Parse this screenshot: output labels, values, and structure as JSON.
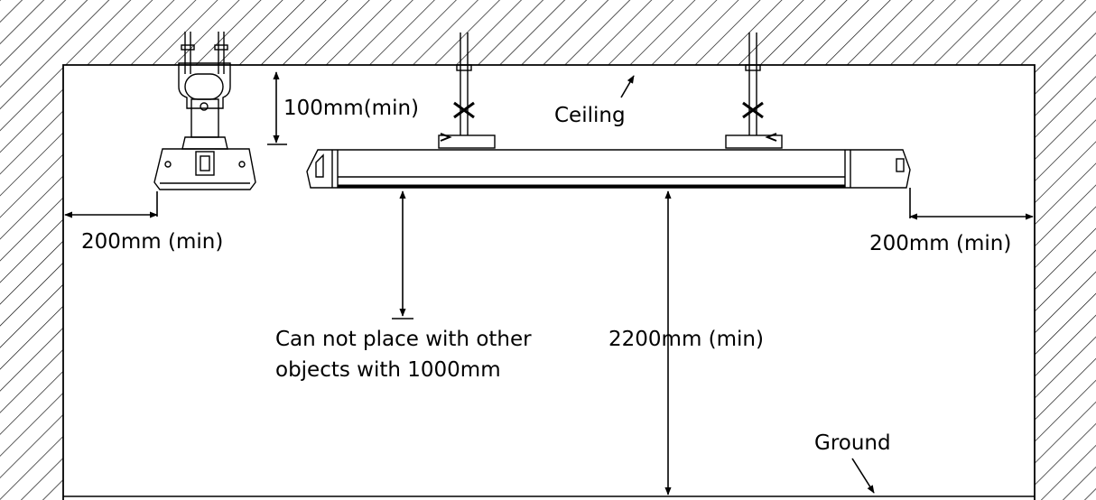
{
  "diagram": {
    "labels": {
      "side_clearance_top": "100mm(min)",
      "ceiling": "Ceiling",
      "left_wall_clearance": "200mm (min)",
      "right_wall_clearance": "200mm (min)",
      "below_clearance_line1": "Can not place with other",
      "below_clearance_line2": "objects with 1000mm",
      "floor_clearance": "2200mm (min)",
      "ground": "Ground"
    },
    "colors": {
      "line": "#000000",
      "background": "#ffffff"
    }
  }
}
